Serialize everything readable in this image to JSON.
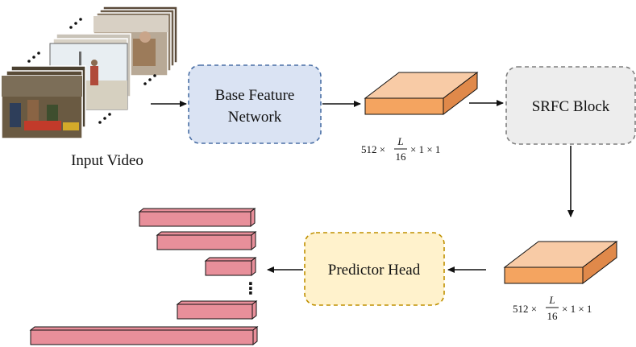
{
  "input": {
    "caption": "Input Video"
  },
  "nodes": {
    "base_feature": {
      "line1": "Base Feature",
      "line2": "Network",
      "fill": "#dae3f3",
      "stroke": "#4a6fa5"
    },
    "srfc": {
      "label": "SRFC Block",
      "fill": "#ededed",
      "stroke": "#7f7f7f"
    },
    "predictor": {
      "label": "Predictor Head",
      "fill": "#fff2cc",
      "stroke": "#bf9000"
    }
  },
  "feature_maps": {
    "fill_top": "#f8cba6",
    "fill_front": "#f4a460",
    "fill_side": "#e0894a",
    "dims_1": {
      "prefix": "512 ×",
      "frac_num": "L",
      "frac_den": "16",
      "suffix": "× 1 × 1"
    },
    "dims_2": {
      "prefix": "512 ×",
      "frac_num": "L",
      "frac_den": "16",
      "suffix": "× 1 × 1"
    }
  },
  "proposal_bars": {
    "fill": "#e88f9a",
    "ellipsis": "⋮"
  }
}
